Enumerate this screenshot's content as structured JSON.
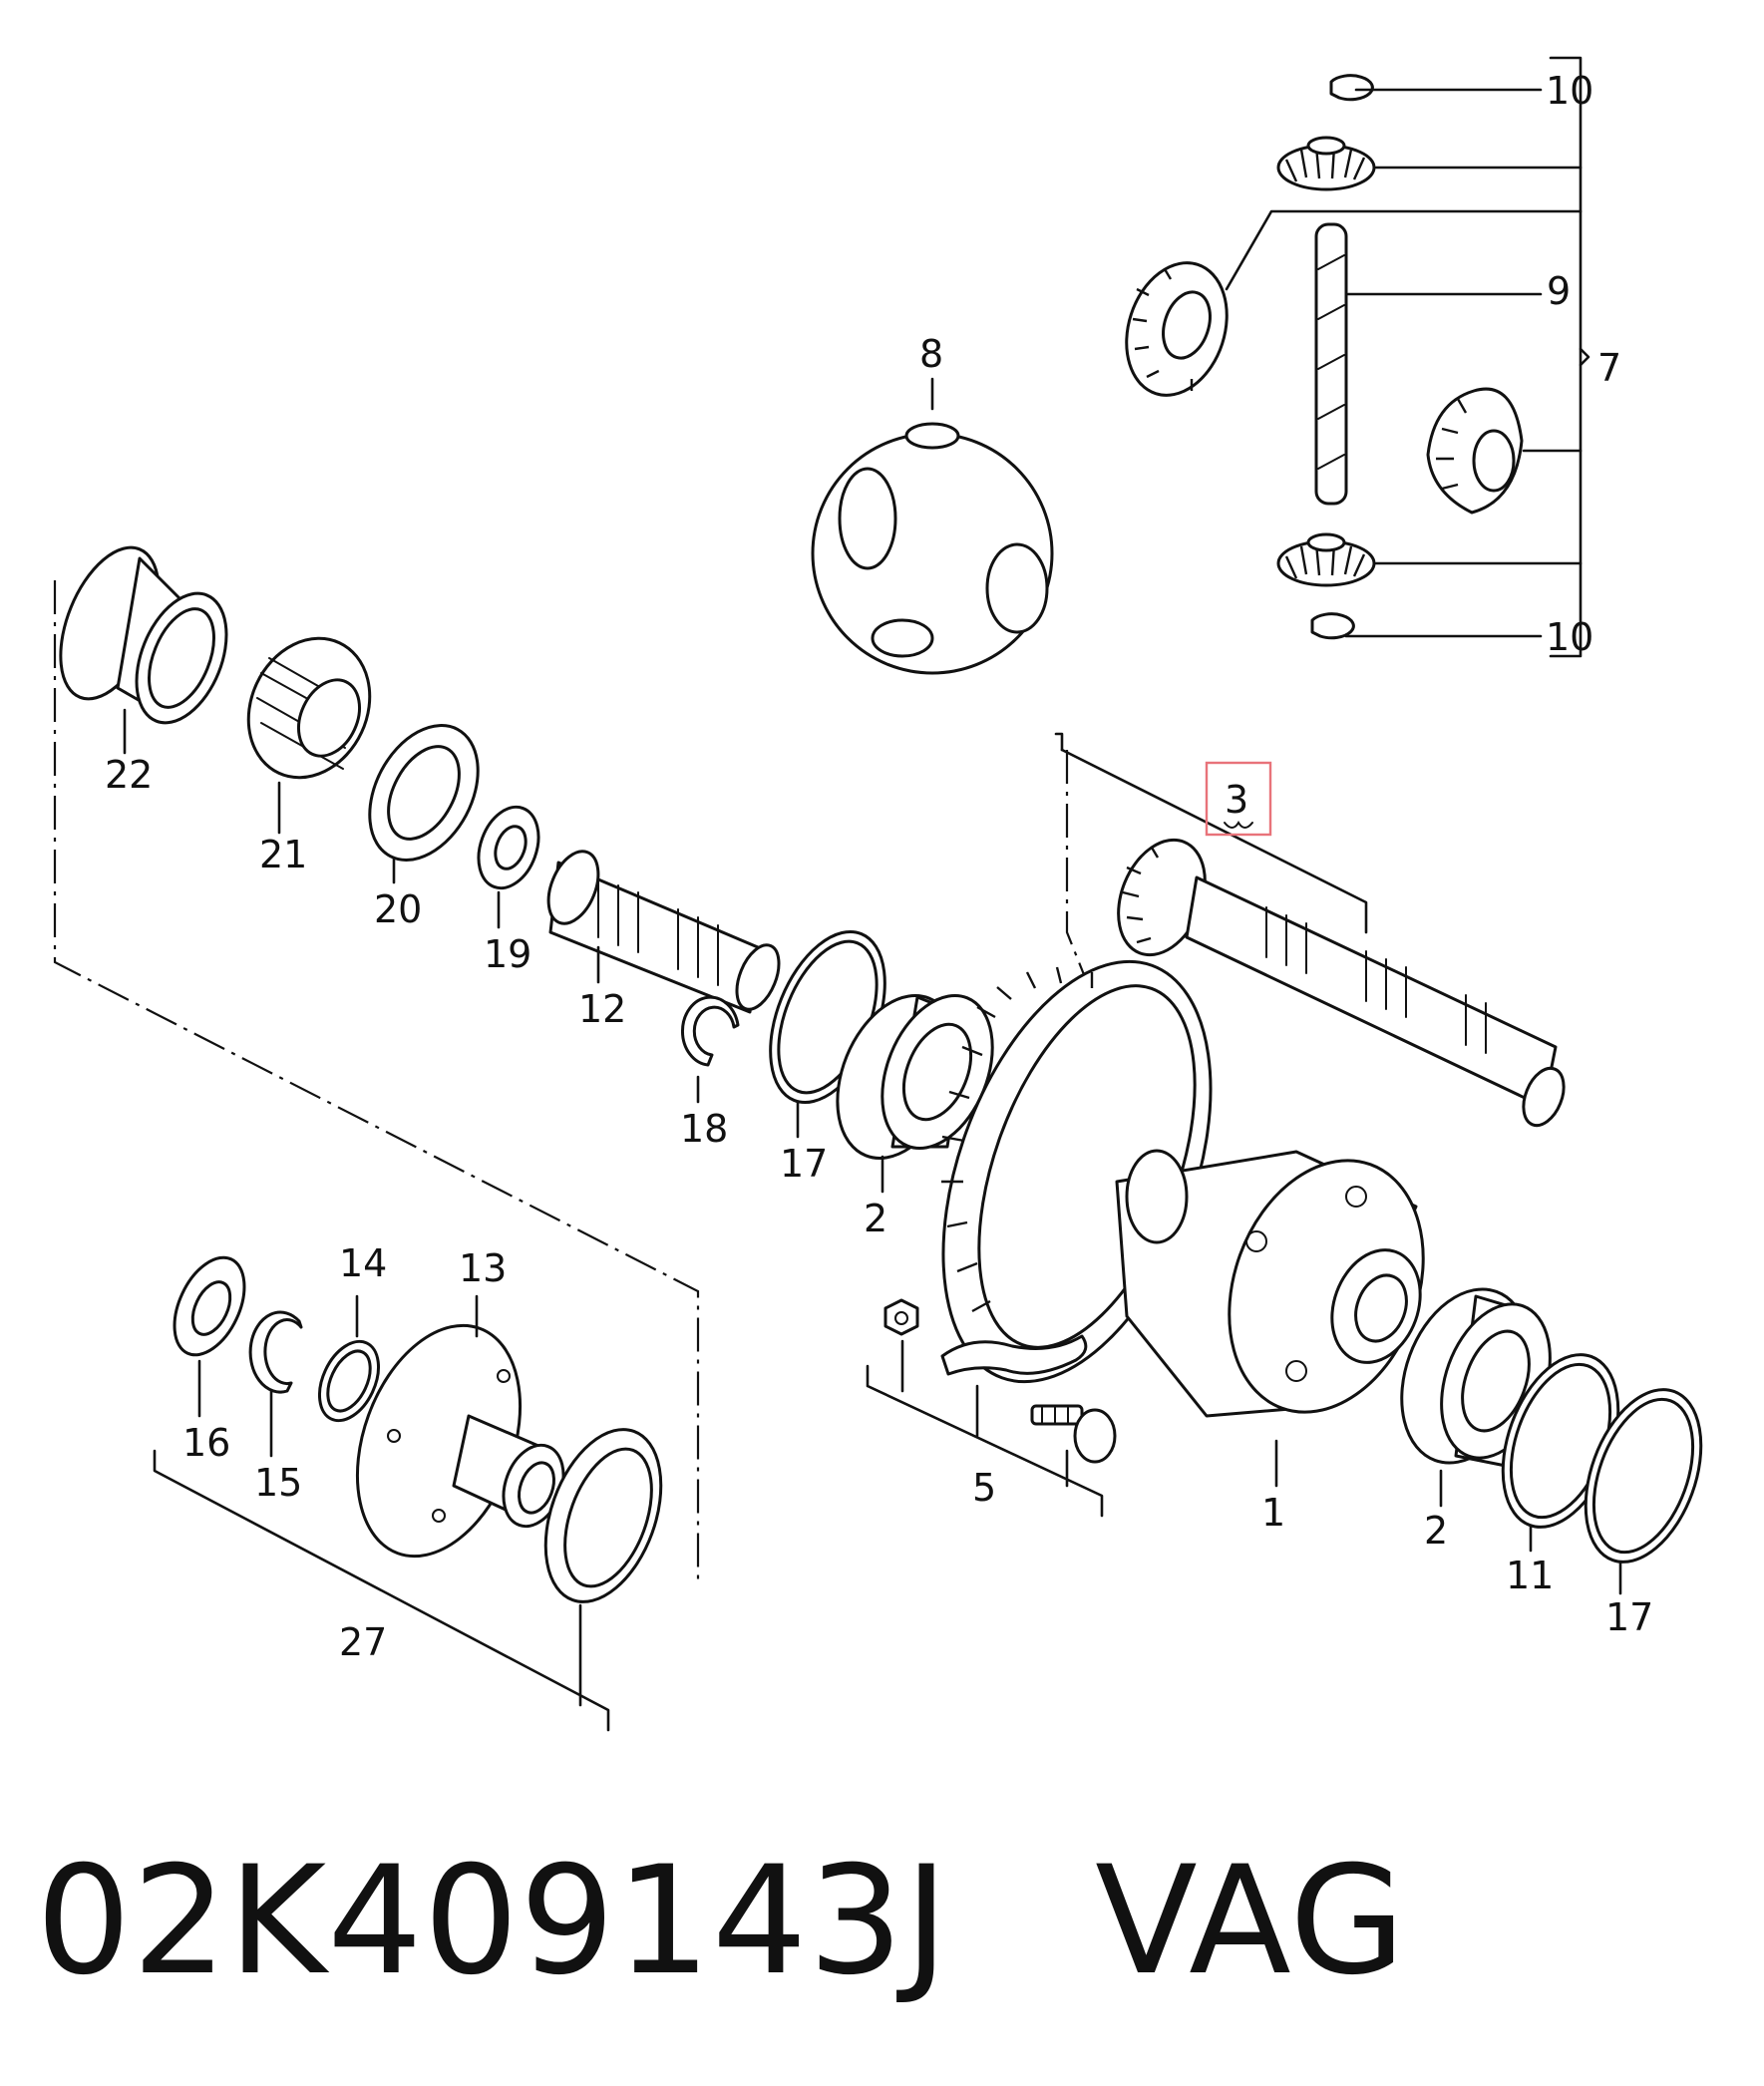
{
  "callouts": {
    "c1": "1",
    "c2a": "2",
    "c2b": "2",
    "c3": "3",
    "c5": "5",
    "c7": "7",
    "c8": "8",
    "c9": "9",
    "c10a": "10",
    "c10b": "10",
    "c11": "11",
    "c12": "12",
    "c13": "13",
    "c14": "14",
    "c15": "15",
    "c16": "16",
    "c17a": "17",
    "c17b": "17",
    "c18": "18",
    "c19": "19",
    "c20": "20",
    "c21": "21",
    "c22": "22",
    "c27": "27"
  },
  "footer": {
    "part_number": "02K409143J",
    "brand": "VAG"
  },
  "colors": {
    "ink": "#111111",
    "highlight": "#e8737a",
    "background": "#ffffff"
  }
}
